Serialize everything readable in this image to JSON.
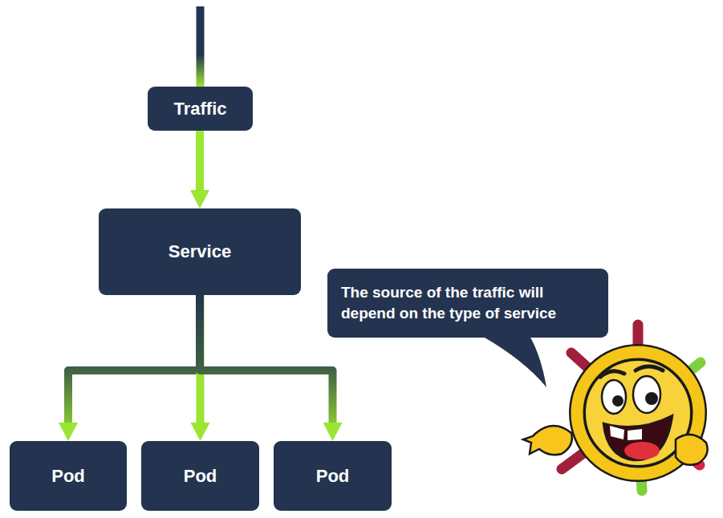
{
  "diagram": {
    "nodes": [
      {
        "text": [
          "Traffic"
        ]
      },
      {
        "text": [
          "Service"
        ]
      },
      {
        "text": [
          "Pod"
        ]
      },
      {
        "text": [
          "Pod"
        ]
      },
      {
        "text": [
          "Pod"
        ]
      },
      {
        "text": [
          "The source of the traffic will depend on the type of service"
        ]
      }
    ],
    "edges": [
      {
        "from": 0,
        "to": 1,
        "arrow": "to"
      },
      {
        "from": 1,
        "to": 2,
        "arrow": "to"
      },
      {
        "from": 1,
        "to": 3,
        "arrow": "to"
      },
      {
        "from": 1,
        "to": 4,
        "arrow": "to"
      }
    ]
  }
}
